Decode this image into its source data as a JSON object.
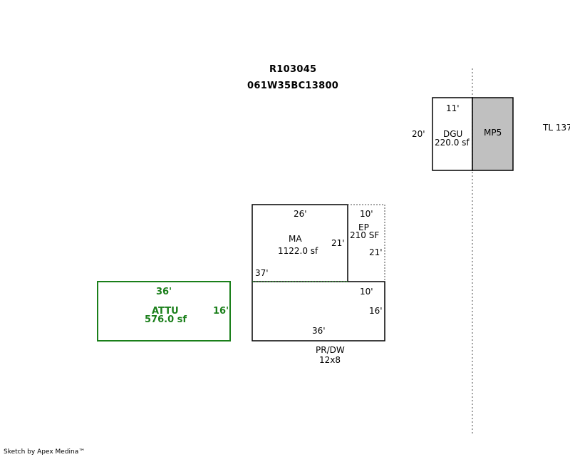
{
  "header": {
    "account": "R103045",
    "parcel": "061W35BC13800"
  },
  "colors": {
    "outline": "#000000",
    "attached_unit": "#1a7f1a",
    "mp5_fill": "#c0c0c0",
    "dotted_line": "#888888"
  },
  "areas": {
    "dgu": {
      "dim_width": "11'",
      "dim_height": "20'",
      "name": "DGU",
      "area": "220.0 sf"
    },
    "mp5": {
      "name": "MP5"
    },
    "tl": {
      "name": "TL 137"
    },
    "ma": {
      "dim_top": "26'",
      "dim_right": "21'",
      "dim_left": "37'",
      "name": "MA",
      "area": "1122.0 sf"
    },
    "ep": {
      "dim_top": "10'",
      "dim_right": "21'",
      "name": "EP",
      "area": "210 SF"
    },
    "prdw": {
      "dim_inner": "10'",
      "dim_right": "16'",
      "dim_bottom": "36'",
      "name": "PR/DW",
      "size": "12x8"
    },
    "attu": {
      "dim_top": "36'",
      "dim_right": "16'",
      "name": "ATTU",
      "area": "576.0 sf"
    }
  },
  "footer": {
    "credit": "Sketch by Apex Medina™"
  }
}
